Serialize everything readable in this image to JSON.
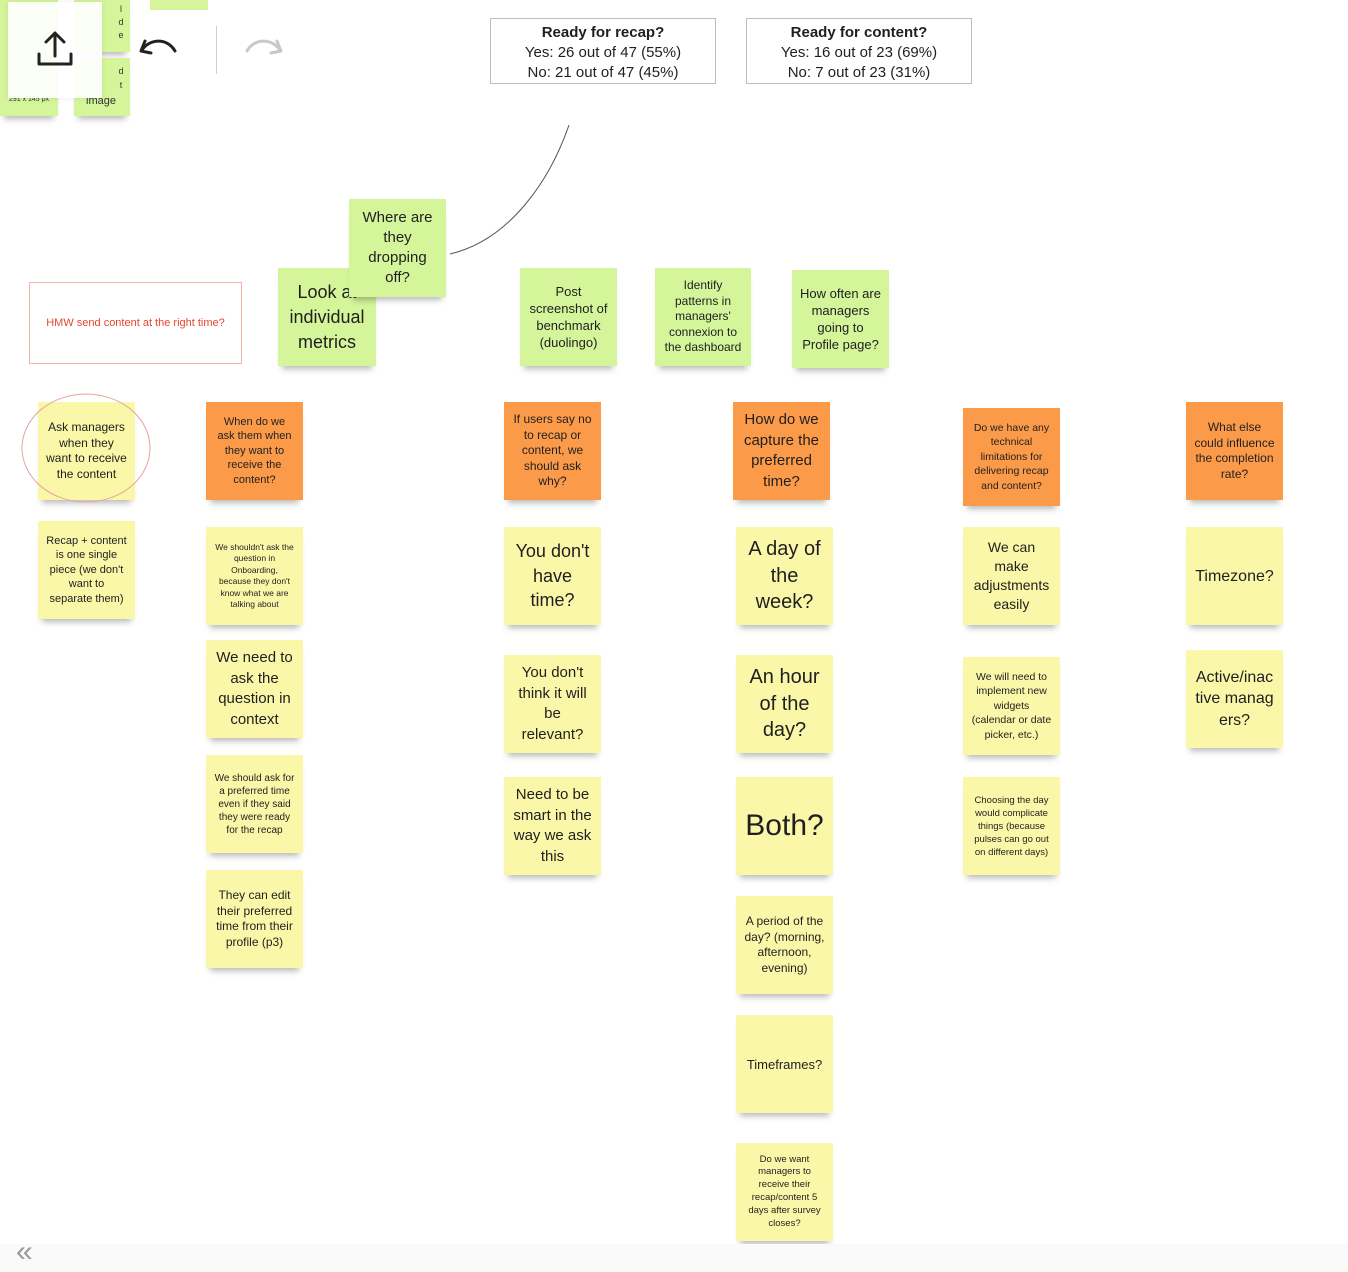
{
  "top_fragments": {
    "size_label": "291 x 145 px",
    "image_label": "image",
    "letters": [
      "l",
      "d",
      "e",
      "d",
      "t"
    ]
  },
  "toolbar": {
    "share_icon": "share-upload-icon",
    "undo_icon": "undo-icon",
    "redo_icon": "redo-icon"
  },
  "stats": {
    "recap": {
      "title": "Ready for recap?",
      "yes": "Yes: 26 out of 47 (55%)",
      "no": "No: 21 out of 47 (45%)"
    },
    "content": {
      "title": "Ready for content?",
      "yes": "Yes: 16 out of 23 (69%)",
      "no": "No: 7 out of 23 (31%)"
    }
  },
  "hmw": "HMW send content at the right time?",
  "green_notes": {
    "dropping": "Where are they dropping off?",
    "individual": "Look at individual metrics",
    "screenshot": "Post screenshot of benchmark (duolingo)",
    "patterns": "Identify patterns in managers' connexion to the dashboard",
    "profile": "How often are managers going to Profile page?"
  },
  "col1": {
    "ask": "Ask managers when they want to receive the content",
    "recap": "Recap + content is one single piece (we don't want to separate them)"
  },
  "col2": {
    "when": "When do we ask them when they want to receive the content?",
    "onboarding": "We shouldn't ask the question in Onboarding, because they don't know what we are talking about",
    "context": "We need to ask the question in context",
    "preferred": "We should ask for a preferred time even if they said they were ready for the recap",
    "edit": "They can edit their preferred time from their profile (p3)"
  },
  "col3": {
    "why": "If users say no to recap or content, we should ask why?",
    "notime": "You don't have time?",
    "relevant": "You don't think it will be relevant?",
    "smart": "Need to be smart in the way we ask this"
  },
  "col4": {
    "capture": "How do we capture the preferred time?",
    "day": "A day of the week?",
    "hour": "An hour of the day?",
    "both": "Both?",
    "period": "A period of the day? (morning, afternoon, evening)",
    "timeframes": "Timeframes?",
    "fivedays": "Do we want managers to receive their recap/content 5 days after survey closes?"
  },
  "col5": {
    "technical": "Do we have any technical limitations for delivering recap and content?",
    "adjust": "We can make adjustments easily",
    "widgets": "We will need to implement new widgets (calendar or date picker, etc.)",
    "choosing": "Choosing the day would complicate things (because pulses can go out on different days)"
  },
  "col6": {
    "influence": "What else could influence the completion rate?",
    "timezone": "Timezone?",
    "active": "Active/inactive managers?"
  },
  "collapse": "«",
  "colors": {
    "green": "#d4f59a",
    "yellow": "#fbf7a8",
    "orange": "#fb9b4a",
    "hmw_text": "#e8452e"
  }
}
